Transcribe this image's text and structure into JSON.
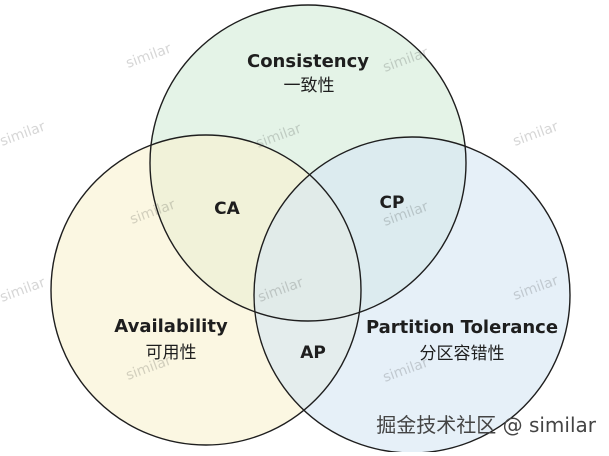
{
  "diagram": {
    "circles": {
      "consistency": {
        "title": "Consistency",
        "subtitle": "一致性",
        "fill": "#d3ecd9",
        "stroke": "#1e1e1e"
      },
      "availability": {
        "title": "Availability",
        "subtitle": "可用性",
        "fill": "#f8f2d0",
        "stroke": "#1e1e1e"
      },
      "partition_tolerance": {
        "title": "Partition Tolerance",
        "subtitle": "分区容错性",
        "fill": "#d6e6f4",
        "stroke": "#1e1e1e"
      }
    },
    "overlaps": {
      "ca": "CA",
      "cp": "CP",
      "ap": "AP"
    }
  },
  "watermark": {
    "text": "similar"
  },
  "credit": {
    "text": "掘金技术社区 @ similar"
  }
}
